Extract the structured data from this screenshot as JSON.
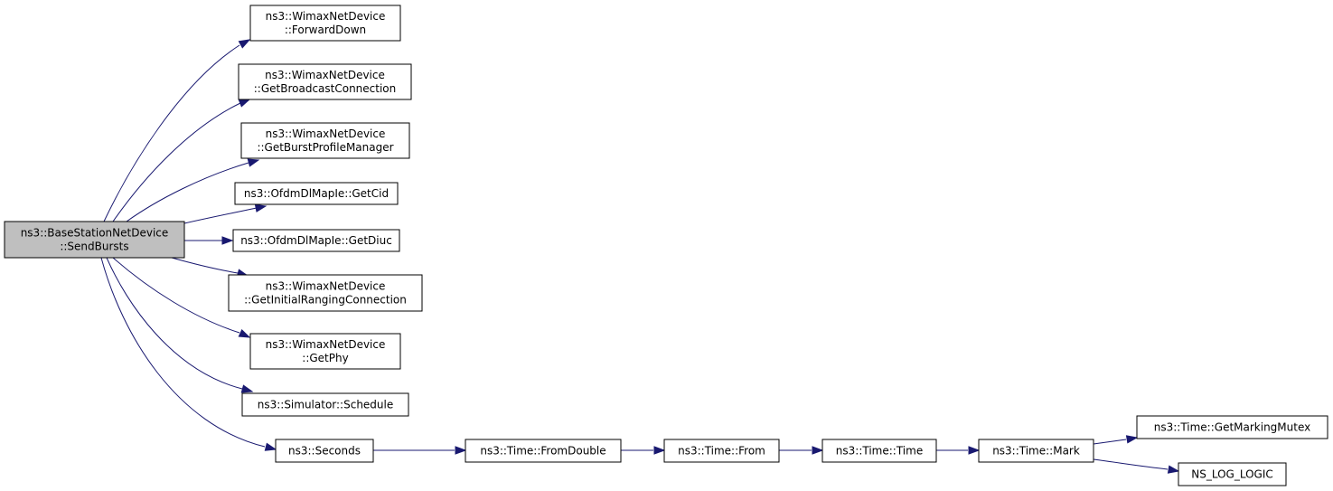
{
  "diagram": {
    "type": "call-graph",
    "nodes": [
      {
        "id": "sendbursts",
        "lines": [
          "ns3::BaseStationNetDevice",
          "::SendBursts"
        ],
        "root": true
      },
      {
        "id": "forwarddown",
        "lines": [
          "ns3::WimaxNetDevice",
          "::ForwardDown"
        ]
      },
      {
        "id": "getbroadcastconnection",
        "lines": [
          "ns3::WimaxNetDevice",
          "::GetBroadcastConnection"
        ]
      },
      {
        "id": "getburstprofilemanager",
        "lines": [
          "ns3::WimaxNetDevice",
          "::GetBurstProfileManager"
        ]
      },
      {
        "id": "getcid",
        "lines": [
          "ns3::OfdmDlMapIe::GetCid"
        ]
      },
      {
        "id": "getdiuc",
        "lines": [
          "ns3::OfdmDlMapIe::GetDiuc"
        ]
      },
      {
        "id": "getinitialrangingconnection",
        "lines": [
          "ns3::WimaxNetDevice",
          "::GetInitialRangingConnection"
        ]
      },
      {
        "id": "getphy",
        "lines": [
          "ns3::WimaxNetDevice",
          "::GetPhy"
        ]
      },
      {
        "id": "schedule",
        "lines": [
          "ns3::Simulator::Schedule"
        ]
      },
      {
        "id": "seconds",
        "lines": [
          "ns3::Seconds"
        ]
      },
      {
        "id": "fromdouble",
        "lines": [
          "ns3::Time::FromDouble"
        ]
      },
      {
        "id": "from",
        "lines": [
          "ns3::Time::From"
        ]
      },
      {
        "id": "time",
        "lines": [
          "ns3::Time::Time"
        ]
      },
      {
        "id": "mark",
        "lines": [
          "ns3::Time::Mark"
        ]
      },
      {
        "id": "getmarkingmutex",
        "lines": [
          "ns3::Time::GetMarkingMutex"
        ]
      },
      {
        "id": "nsloglogic",
        "lines": [
          "NS_LOG_LOGIC"
        ]
      }
    ],
    "edges": [
      {
        "from": "sendbursts",
        "to": "forwarddown"
      },
      {
        "from": "sendbursts",
        "to": "getbroadcastconnection"
      },
      {
        "from": "sendbursts",
        "to": "getburstprofilemanager"
      },
      {
        "from": "sendbursts",
        "to": "getcid"
      },
      {
        "from": "sendbursts",
        "to": "getdiuc"
      },
      {
        "from": "sendbursts",
        "to": "getinitialrangingconnection"
      },
      {
        "from": "sendbursts",
        "to": "getphy"
      },
      {
        "from": "sendbursts",
        "to": "schedule"
      },
      {
        "from": "sendbursts",
        "to": "seconds"
      },
      {
        "from": "seconds",
        "to": "fromdouble"
      },
      {
        "from": "fromdouble",
        "to": "from"
      },
      {
        "from": "from",
        "to": "time"
      },
      {
        "from": "time",
        "to": "mark"
      },
      {
        "from": "mark",
        "to": "getmarkingmutex"
      },
      {
        "from": "mark",
        "to": "nsloglogic"
      }
    ],
    "colors": {
      "edge": "#191970",
      "root_fill": "#bfbfbf",
      "node_fill": "#ffffff",
      "node_border": "#000000"
    }
  }
}
